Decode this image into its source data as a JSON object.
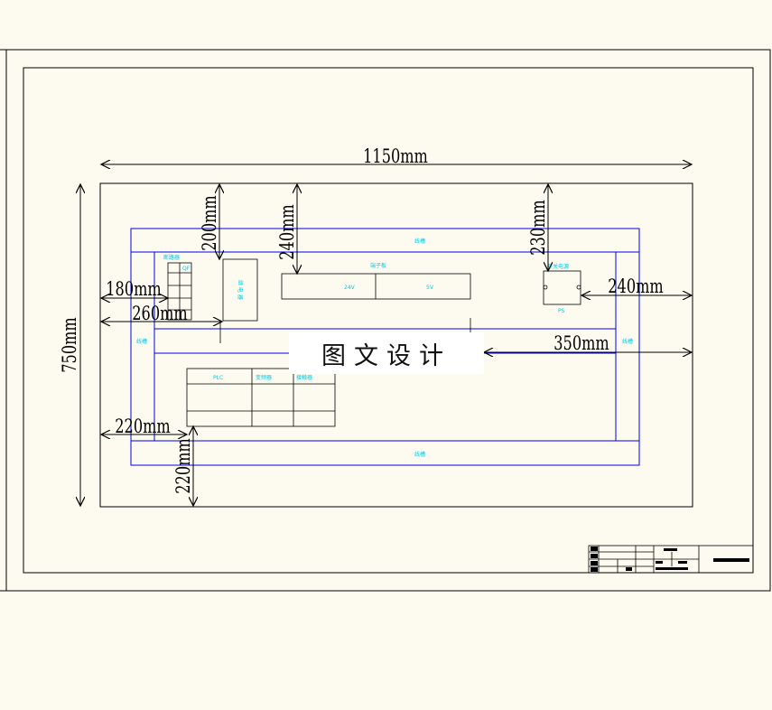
{
  "dimensions": {
    "total_width": "1150mm",
    "total_height": "750mm",
    "top_left": "200mm",
    "top_mid": "240mm",
    "top_right": "230mm",
    "left_upper": "180mm",
    "left_mid": "260mm",
    "left_lower": "220mm",
    "bottom": "220mm",
    "right_upper": "240mm",
    "right_lower": "350mm"
  },
  "labels": {
    "trunk_top": "线槽",
    "trunk_left": "线槽",
    "trunk_right": "线槽",
    "trunk_bottom": "线槽",
    "terminal_block": "端子板",
    "terminal_left": "24V",
    "terminal_right": "5V",
    "breaker_title": "断路器",
    "breaker_sub": "QF",
    "right_box_title": "开关电源",
    "right_box_sub": "PS",
    "relay_box": "继 电 器",
    "table_col1": "PLC",
    "table_col2": "变频器",
    "table_col3": "接触器"
  },
  "watermark": "图文设计",
  "colors": {
    "background": "#fdfbf0",
    "frame": "#000000",
    "layout_lines": "#0000ee",
    "labels": "#00c8e0"
  }
}
